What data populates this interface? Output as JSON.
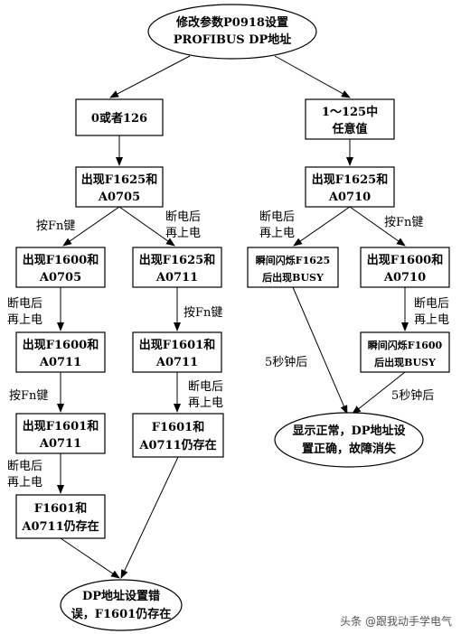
{
  "start": {
    "line1": "修改参数P0918设置",
    "line2": "PROFIBUS DP地址"
  },
  "branches": {
    "left": {
      "line1": "0或者126"
    },
    "right": {
      "line1": "1～125中",
      "line2": "任意值"
    }
  },
  "left_flow": {
    "appear": {
      "line1": "出现F1625和",
      "line2": "A0705"
    },
    "press_fn_1": "按Fn键",
    "power_cycle_1": {
      "line1": "断电后",
      "line2": "再上电"
    },
    "a_f1600_a0705": {
      "line1": "出现F1600和",
      "line2": "A0705"
    },
    "b_f1625_a0711": {
      "line1": "出现F1625和",
      "line2": "A0711"
    },
    "a_power_cycle": {
      "line1": "断电后",
      "line2": "再上电"
    },
    "b_press_fn": "按Fn键",
    "a_f1600_a0711": {
      "line1": "出现F1600和",
      "line2": "A0711"
    },
    "b_f1601_a0711": {
      "line1": "出现F1601和",
      "line2": "A0711"
    },
    "a_press_fn": "按Fn键",
    "b_power_cycle": {
      "line1": "断电后",
      "line2": "再上电"
    },
    "a_f1601_a0711": {
      "line1": "出现F1601和",
      "line2": "A0711"
    },
    "b_still": {
      "line1": "F1601和",
      "line2": "A0711仍存在"
    },
    "a_power_cycle_2": {
      "line1": "断电后",
      "line2": "再上电"
    },
    "a_still": {
      "line1": "F1601和",
      "line2": "A0711仍存在"
    },
    "end": {
      "line1": "DP地址设置错",
      "line2": "误，F1601仍存在"
    }
  },
  "right_flow": {
    "appear": {
      "line1": "出现F1625和",
      "line2": "A0710"
    },
    "power_cycle": {
      "line1": "断电后",
      "line2": "再上电"
    },
    "press_fn": "按Fn键",
    "flash_f1625": {
      "line1": "瞬间闪烁F1625",
      "line2": "后出现BUSY"
    },
    "f1600_a0710": {
      "line1": "出现F1600和",
      "line2": "A0710"
    },
    "power_cycle_2": {
      "line1": "断电后",
      "line2": "再上电"
    },
    "flash_f1600": {
      "line1": "瞬间闪烁F1600",
      "line2": "后出现BUSY"
    },
    "after_5s_left": "5秒钟后",
    "after_5s_right": "5秒钟后",
    "end": {
      "line1": "显示正常，DP地址设",
      "line2": "置正确，故障消失"
    }
  },
  "watermark": "头条 @跟我动手学电气"
}
